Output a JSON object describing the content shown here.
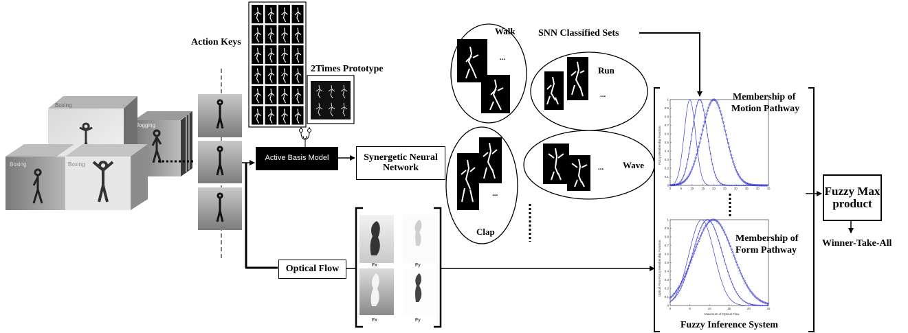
{
  "labels": {
    "action_keys": "Action Keys",
    "prototype": "2Times Prototype",
    "active_basis_model": "Active Basis Model",
    "synergetic_line1": "Synergetic Neural",
    "synergetic_line2": "Network",
    "optical_flow": "Optical Flow",
    "snn_classified_sets": "SNN Classified Sets",
    "membership_motion_line1": "Membership of",
    "membership_motion_line2": "Motion Pathway",
    "membership_form_line1": "Membership of",
    "membership_form_line2": "Form Pathway",
    "fuzzy_inference_system": "Fuzzy Inference System",
    "fuzzy_max_line1": "Fuzzy Max",
    "fuzzy_max_line2": "product",
    "winner_take_all": "Winner-Take-All"
  },
  "video_cubes": {
    "boxing_1": "Boxing",
    "jogging": "Jogging",
    "boxing_2": "Boxing",
    "boxing_3": "Boxing"
  },
  "classes": {
    "walk": "Walk",
    "run": "Run",
    "clap": "Clap",
    "wave": "Wave",
    "ellipsis": "..."
  },
  "flow_panels": {
    "fx_top": "Fx",
    "fy_top": "Fy",
    "fx_bottom": "Fx",
    "fy_bottom": "Fy"
  },
  "motion_plot": {
    "ylabel": "Fuzzy Membership Function",
    "xticks": [
      "0",
      "5",
      "10",
      "15",
      "20",
      "25",
      "30",
      "35",
      "40",
      "45"
    ],
    "yticks": [
      "0",
      "0.1",
      "0.2",
      "0.3",
      "0.4",
      "0.5",
      "0.6",
      "0.7",
      "0.8",
      "0.9",
      "1"
    ]
  },
  "form_plot": {
    "ylabel": "Optical Flow Fuzzy Membership Function",
    "xlabel": "Maximum of Optical Flow",
    "xticks": [
      "0",
      "5",
      "10",
      "15",
      "20",
      "25"
    ],
    "yticks": [
      "0",
      "0.1",
      "0.2",
      "0.3",
      "0.4",
      "0.5",
      "0.6",
      "0.7",
      "0.8",
      "0.9",
      "1"
    ]
  },
  "colors": {
    "curve": "#3a3ad0",
    "frame_dark": "#3c3c3c",
    "arrow": "#000000"
  }
}
